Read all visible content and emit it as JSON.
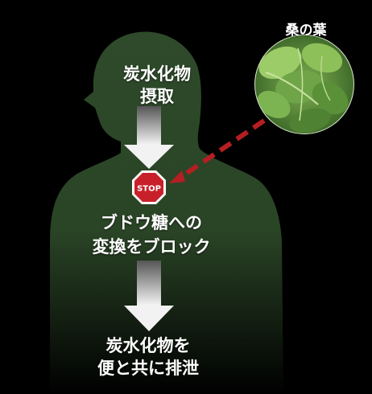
{
  "labels": {
    "intake": [
      "炭水化物",
      "摂取"
    ],
    "block": [
      "ブドウ糖への",
      "変換をブロック"
    ],
    "excrete": [
      "炭水化物を",
      "便と共に排泄"
    ],
    "leaf": "桑の葉",
    "stop": "STOP"
  },
  "colors": {
    "silhouette_top": "#2e4a2a",
    "silhouette_bottom": "#000000",
    "stop_red": "#c8202a",
    "dashed_line": "#b51e22",
    "arrow_light": "#f2f2f2",
    "arrow_dark": "#555555"
  },
  "icons": {
    "stop": "stop-sign-icon",
    "leaf": "mulberry-leaf-photo"
  }
}
